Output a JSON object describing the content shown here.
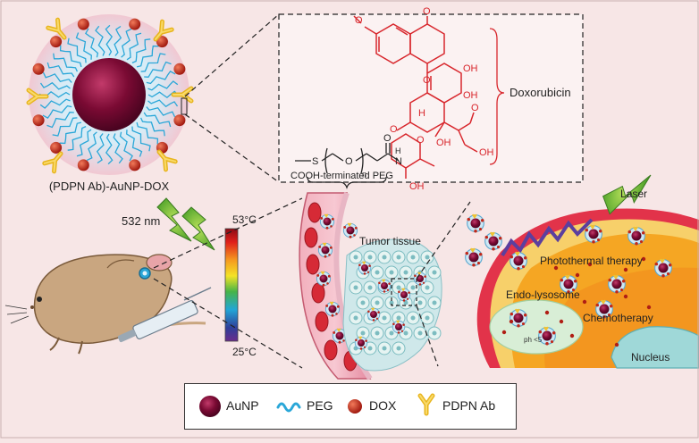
{
  "labels": {
    "nanoparticle": "(PDPN Ab)-AuNP-DOX",
    "doxorubicin": "Doxorubicin",
    "peg": "COOH-terminated PEG",
    "wavelength": "532 nm",
    "temp_high": "53°C",
    "temp_low": "25°C",
    "tumor": "Tumor tissue",
    "laser": "Laser",
    "photothermal": "Photothermal therapy",
    "endo": "Endo-lysosome",
    "chemo": "Chemotherapy",
    "ph": "ph <5",
    "nucleus": "Nucleus"
  },
  "chem": {
    "s": "S",
    "o": "O",
    "n": "n",
    "h": "H",
    "n2": "N",
    "o_carbonyl": "O",
    "oh1": "OH",
    "oh2": "OH",
    "oh3": "OH",
    "oh4": "OH",
    "h2": "H",
    "o_ketone1": "O",
    "o_ketone2": "O",
    "o_methoxy": "O",
    "o_ring": "O",
    "o_glyco": "O",
    "o_side": "O"
  },
  "legend": [
    {
      "label": "AuNP"
    },
    {
      "label": "PEG"
    },
    {
      "label": "DOX"
    },
    {
      "label": "PDPN Ab"
    }
  ],
  "colors": {
    "aunp": "#7a0a33",
    "peg": "#2aa7d8",
    "dox": "#c0281a",
    "antibody": "#f2c230",
    "vessel": "#e07a8a",
    "cell": "#f5a623",
    "nucleus": "#9fd8d8"
  }
}
